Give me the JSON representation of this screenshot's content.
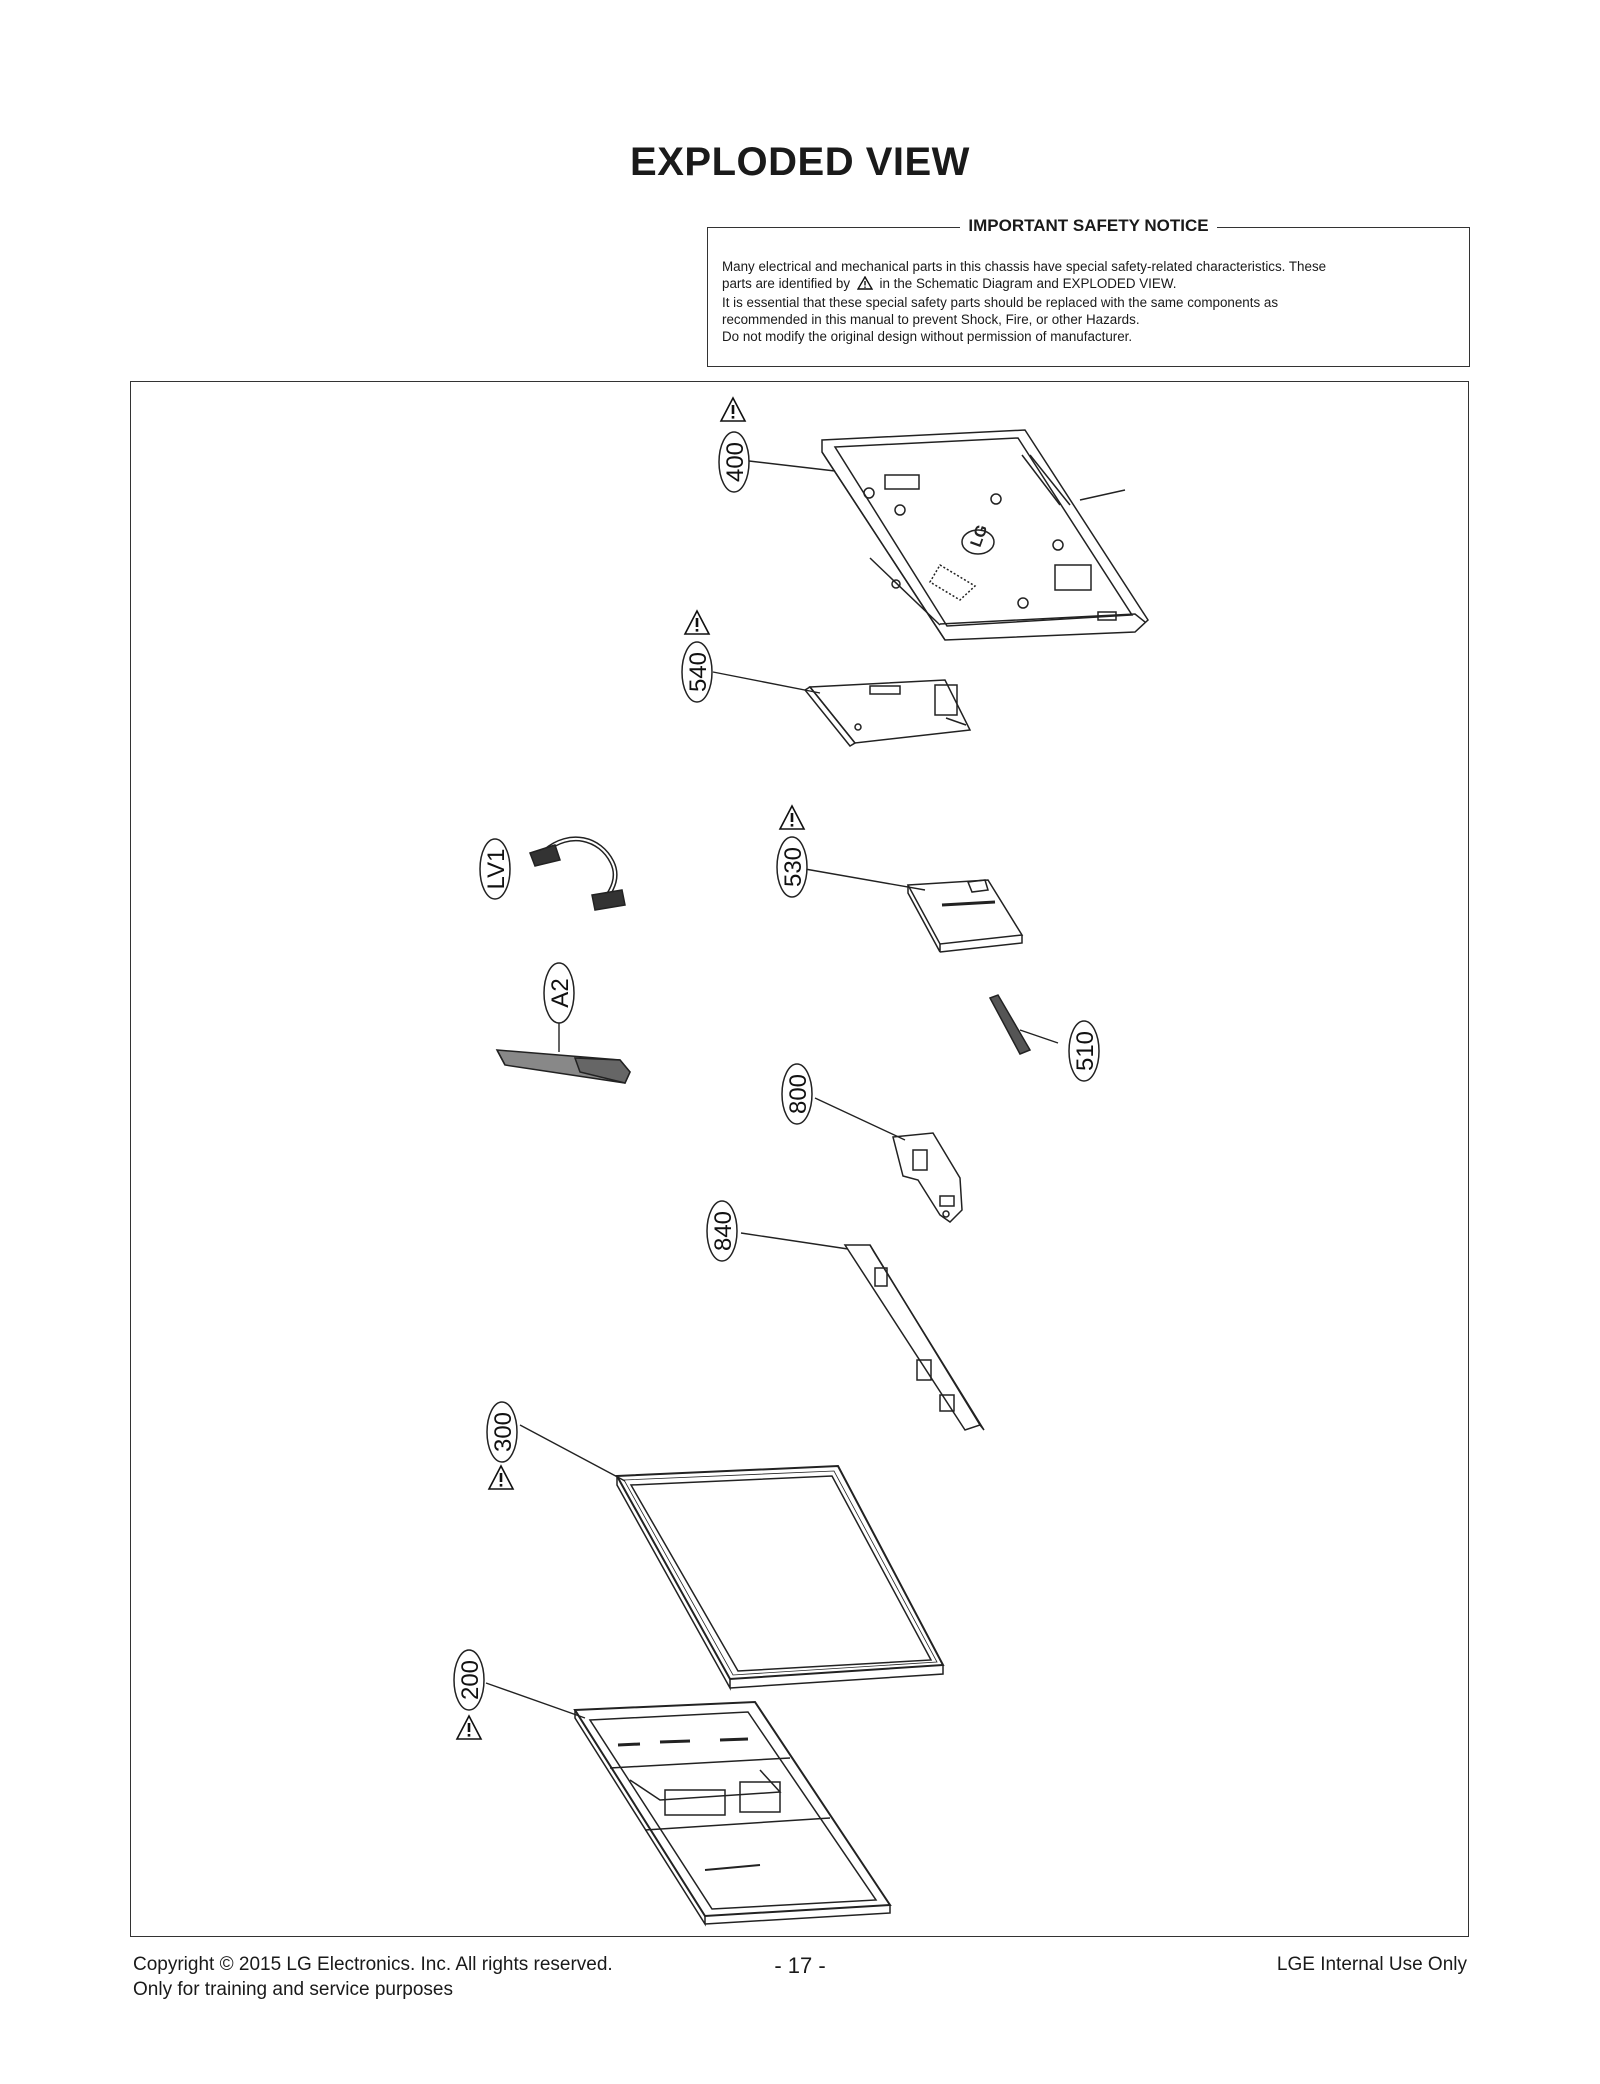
{
  "page": {
    "title": "EXPLODED VIEW"
  },
  "notice": {
    "heading": "IMPORTANT SAFETY NOTICE",
    "line1": "Many electrical and mechanical parts in this chassis have special safety-related characteristics. These",
    "line2_before": "parts are identified by",
    "line2_after": "in the Schematic Diagram and EXPLODED VIEW.",
    "line3": "It is essential that these special safety parts should be replaced with the same components as",
    "line4": "recommended in this manual to prevent Shock, Fire, or other Hazards.",
    "line5": "Do not modify the original design without permission of manufacturer."
  },
  "diagram": {
    "warning_icon": "caution-triangle-icon",
    "parts": [
      {
        "label": "400",
        "safety": true
      },
      {
        "label": "540",
        "safety": true
      },
      {
        "label": "530",
        "safety": true
      },
      {
        "label": "LV1",
        "safety": false
      },
      {
        "label": "A2",
        "safety": false
      },
      {
        "label": "510",
        "safety": false
      },
      {
        "label": "800",
        "safety": false
      },
      {
        "label": "840",
        "safety": false
      },
      {
        "label": "300",
        "safety": true
      },
      {
        "label": "200",
        "safety": true
      }
    ],
    "logo_text": "LG"
  },
  "footer": {
    "copyright": "Copyright  © 2015  LG Electronics. Inc. All rights reserved.",
    "purpose": "Only for training and service purposes",
    "page_number": "- 17 -",
    "internal": "LGE Internal Use Only"
  }
}
